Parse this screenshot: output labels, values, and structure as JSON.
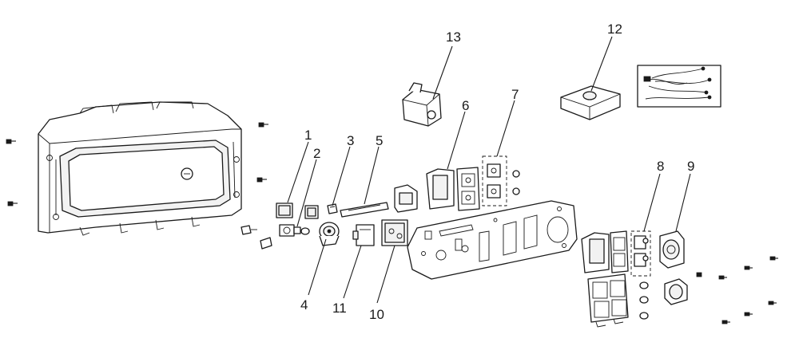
{
  "diagram": {
    "callouts": [
      {
        "id": "1",
        "label": "1"
      },
      {
        "id": "2",
        "label": "2"
      },
      {
        "id": "3",
        "label": "3"
      },
      {
        "id": "4",
        "label": "4"
      },
      {
        "id": "5",
        "label": "5"
      },
      {
        "id": "6",
        "label": "6"
      },
      {
        "id": "7",
        "label": "7"
      },
      {
        "id": "8",
        "label": "8"
      },
      {
        "id": "9",
        "label": "9"
      },
      {
        "id": "10",
        "label": "10"
      },
      {
        "id": "11",
        "label": "11"
      },
      {
        "id": "12",
        "label": "12"
      },
      {
        "id": "13",
        "label": "13"
      }
    ],
    "colors": {
      "line": "#1a1a1a",
      "background": "#ffffff"
    }
  }
}
